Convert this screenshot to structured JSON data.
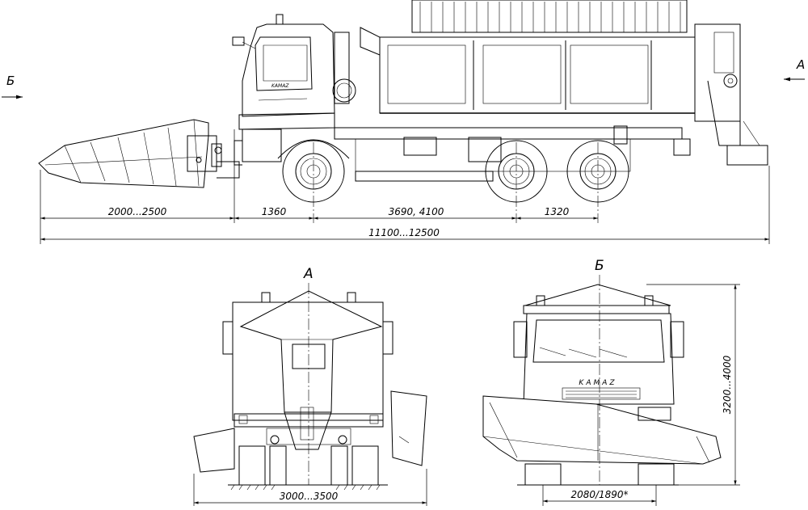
{
  "side_view": {
    "dim_plow": "2000...2500",
    "dim_front_axle": "1360",
    "dim_wheelbase": "3690, 4100",
    "dim_rear_axles": "1320",
    "dim_overall": "11100...12500",
    "section_left": "Б",
    "section_right": "A"
  },
  "rear_view": {
    "label": "A",
    "dim_width": "3000...3500"
  },
  "front_view": {
    "label": "Б",
    "grille_text": "KAMAZ",
    "dim_track": "2080/1890*",
    "dim_height": "3200...4000"
  }
}
